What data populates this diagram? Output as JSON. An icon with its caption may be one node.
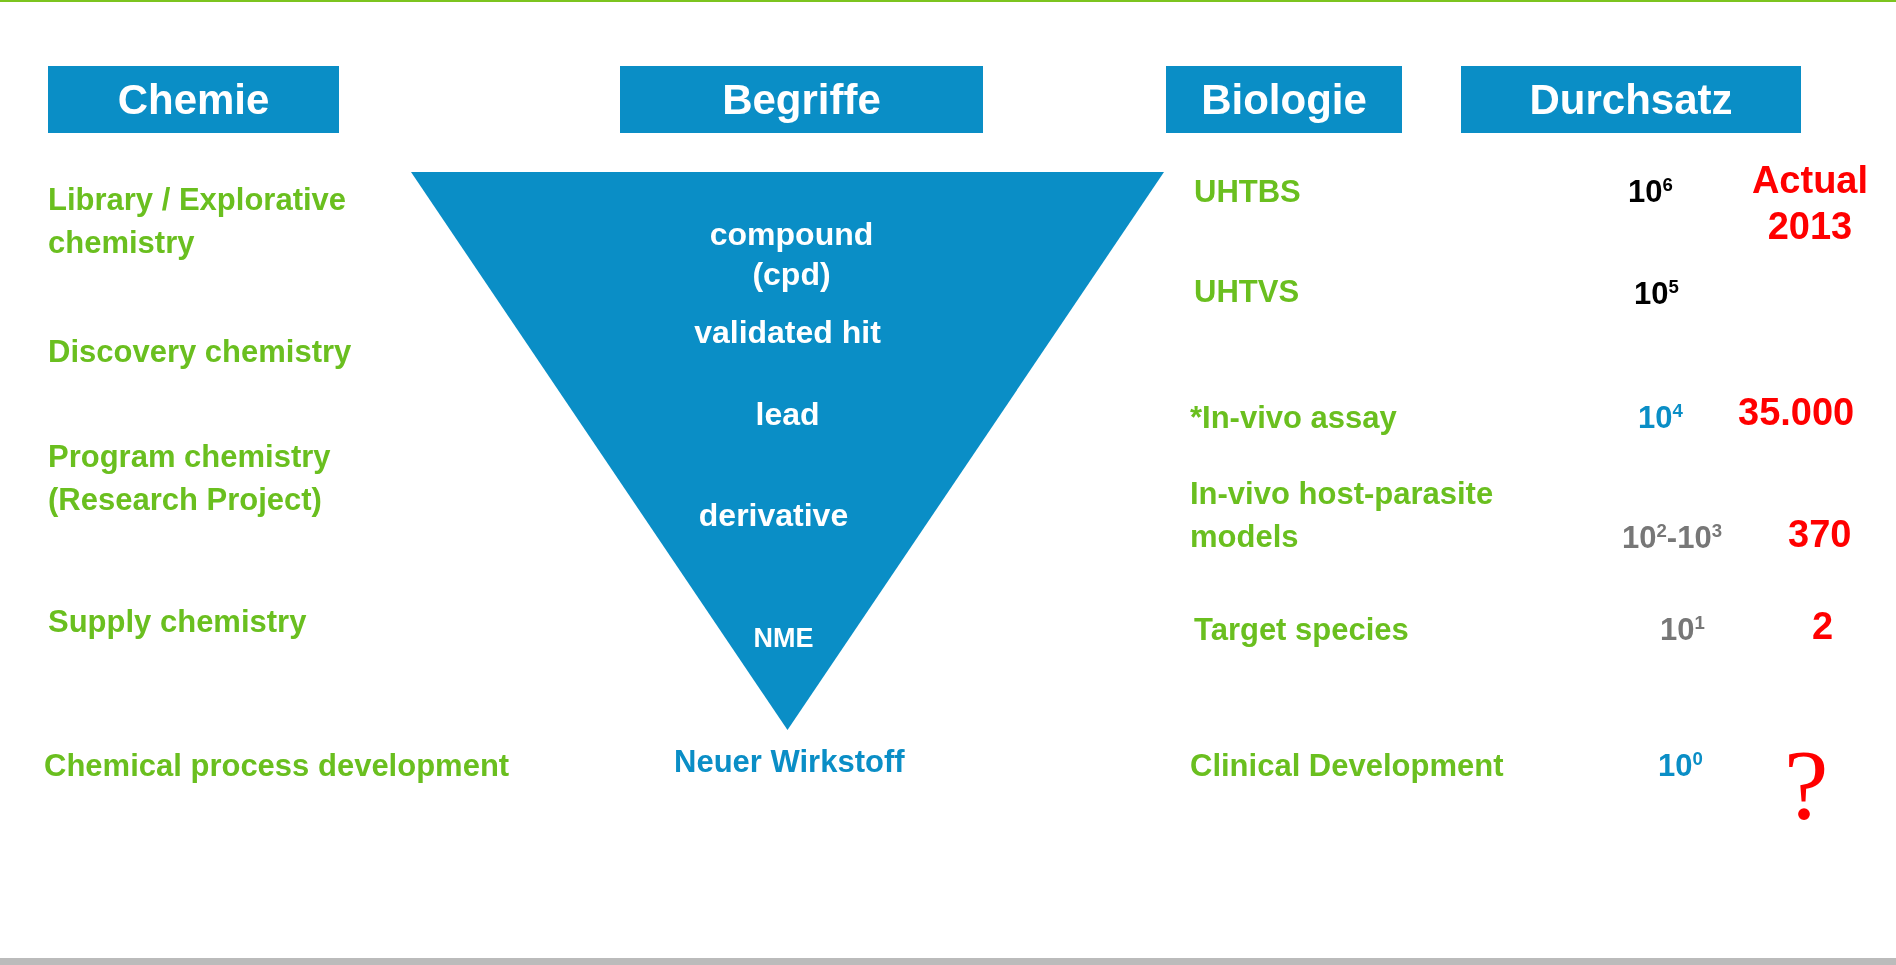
{
  "diagram": {
    "nodes": [
      {
        "text": [
          "Chemie"
        ]
      },
      {
        "text": [
          "Begriffe"
        ]
      },
      {
        "text": [
          "Biologie"
        ]
      },
      {
        "text": [
          "Durchsatz"
        ]
      },
      {
        "text": [
          "compound (cpd)",
          "validated hit",
          "lead",
          "derivative",
          "NME"
        ]
      }
    ],
    "edges": [],
    "labels": [
      "Library / Explorative chemistry",
      "UHTBS",
      "10$^{6}$",
      "Actual 2013",
      "UHTVS",
      "10$^{5}$",
      "Discovery chemistry",
      "*In-vivo assay",
      "10$^{4}$",
      "35.000",
      "Program chemistry (Research Project)",
      "In-vivo host-parasite models",
      "10$^{2}$-10$^{3}$",
      "370",
      "Supply chemistry",
      "Target species",
      "10$^{1}$",
      "2",
      "Chemical process development",
      "Neuer Wirkstoff",
      "Clinical Development",
      "10$^{0}$",
      "?"
    ]
  }
}
